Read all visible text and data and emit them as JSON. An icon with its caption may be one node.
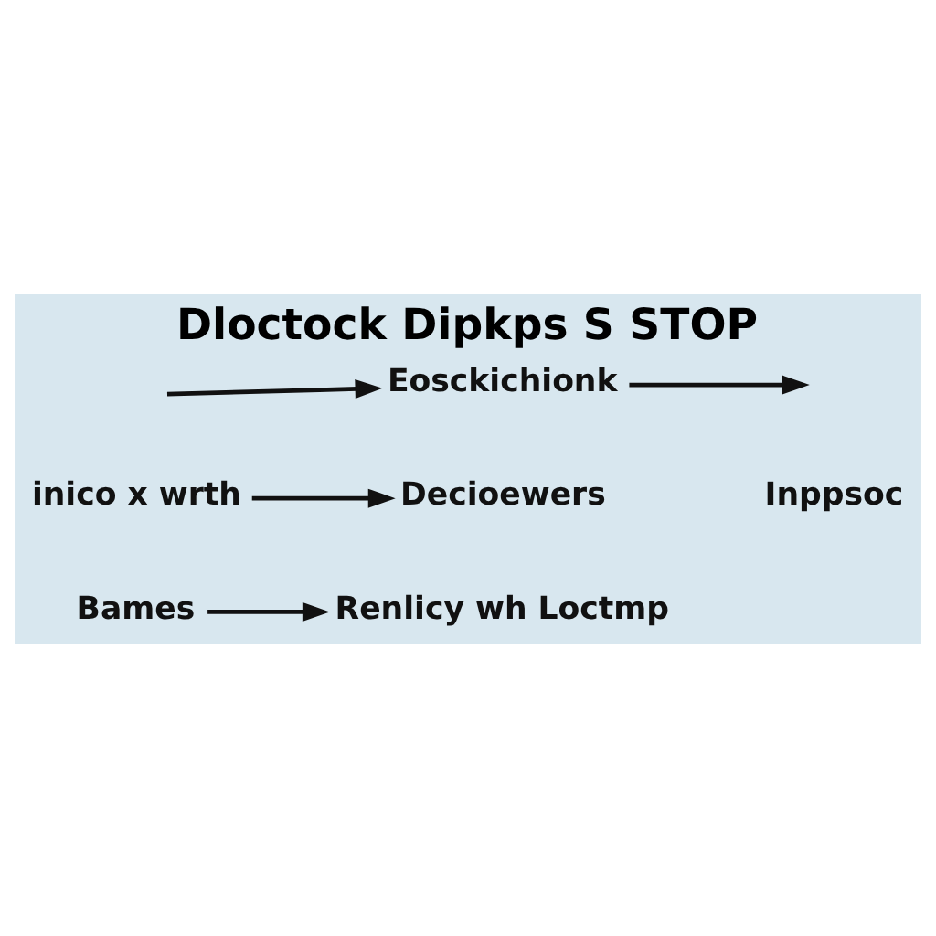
{
  "diagram": {
    "title": "Dloctock Dipkps S STOP",
    "nodes": [
      {
        "text": [
          "Eosckichionk"
        ]
      },
      {
        "text": [
          "inico x wrth"
        ]
      },
      {
        "text": [
          "Decioewers"
        ]
      },
      {
        "text": [
          "Bames"
        ]
      },
      {
        "text": [
          "Renlicy wh Loctmp"
        ]
      }
    ],
    "edges": [
      {
        "from": null,
        "to": 0,
        "arrow": "to"
      },
      {
        "from": 0,
        "to": null,
        "arrow": "to"
      },
      {
        "from": 1,
        "to": 2,
        "arrow": "to"
      },
      {
        "from": 3,
        "to": 4,
        "arrow": "to"
      }
    ],
    "labels": [
      "Inppsoc"
    ]
  }
}
